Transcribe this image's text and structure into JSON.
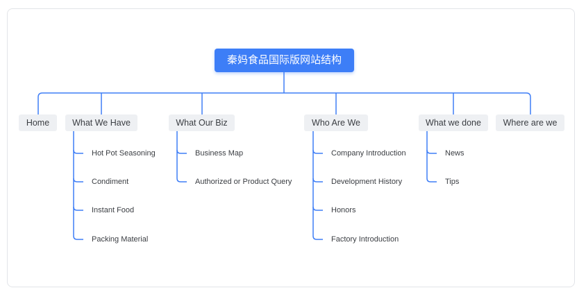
{
  "diagram": {
    "root": "秦妈食品国际版网站结构",
    "branches": [
      {
        "label": "Home",
        "children": []
      },
      {
        "label": "What We Have",
        "children": [
          "Hot Pot Seasoning",
          "Condiment",
          "Instant Food",
          "Packing Material"
        ]
      },
      {
        "label": "What Our Biz",
        "children": [
          "Business Map",
          "Authorized or Product Query"
        ]
      },
      {
        "label": "Who Are We",
        "children": [
          "Company Introduction",
          "Development History",
          "Honors",
          "Factory Introduction"
        ]
      },
      {
        "label": "What we done",
        "children": [
          "News",
          "Tips"
        ]
      },
      {
        "label": "Where are we",
        "children": []
      }
    ]
  }
}
